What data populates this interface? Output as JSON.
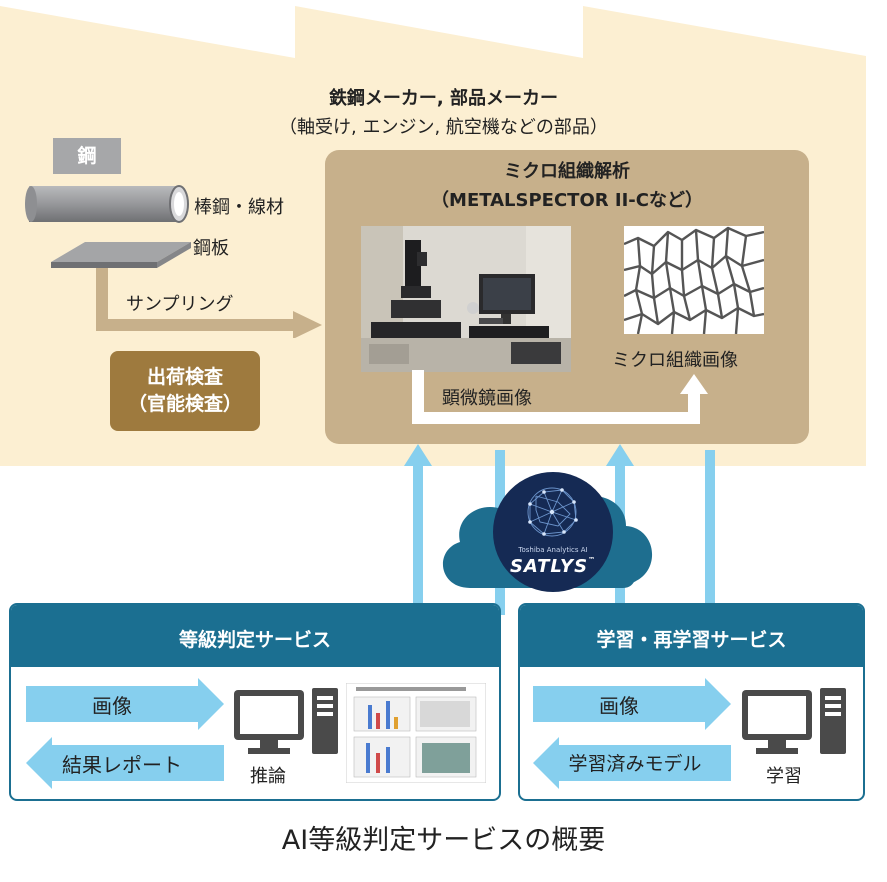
{
  "header": {
    "title": "鉄鋼メーカー, 部品メーカー",
    "subtitle": "（軸受け, エンジン, 航空機などの部品）"
  },
  "materials": {
    "steel_label": "鋼",
    "bar_label": "棒鋼・線材",
    "plate_label": "鋼板",
    "sampling_label": "サンプリング"
  },
  "shipping": {
    "line1": "出荷検査",
    "line2": "（官能検査）"
  },
  "micro_analysis": {
    "title": "ミクロ組織解析",
    "subtitle": "（METALSPECTOR II-Cなど）",
    "microscope_label": "顕微鏡画像",
    "structure_label": "ミクロ組織画像"
  },
  "cloud": {
    "logo_small": "Toshiba Analytics AI",
    "logo_name": "SATLYS",
    "logo_tm": "™"
  },
  "grading_service": {
    "title": "等級判定サービス",
    "input_label": "画像",
    "output_label": "結果レポート",
    "pc_label": "推論"
  },
  "learning_service": {
    "title": "学習・再学習サービス",
    "input_label": "画像",
    "output_label": "学習済みモデル",
    "pc_label": "学習"
  },
  "caption": "AI等級判定サービスの概要",
  "colors": {
    "factory_bg": "#fcefd2",
    "micro_box": "#c7b08b",
    "shipping_box": "#9e7a3e",
    "service_blue": "#1b6f91",
    "arrow_light_blue": "#86cfee",
    "cloud_blue": "#1e6e8f",
    "logo_navy": "#152a54"
  }
}
